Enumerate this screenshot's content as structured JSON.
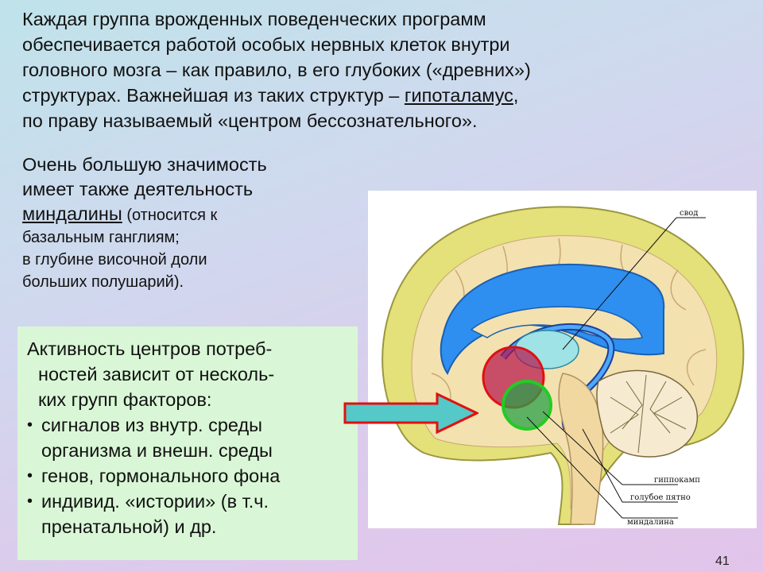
{
  "intro": {
    "line1": "Каждая группа врожденных поведенческих программ",
    "line2": "обеспечивается работой особых нервных клеток внутри",
    "line3": "головного мозга – как правило, в его глубоких («древних»)",
    "line4_pre": "структурах. Важнейшая из таких структур – ",
    "line4_term": "гипоталамус",
    "line4_post": ",",
    "line5": "по праву называемый «центром бессознательного»."
  },
  "amygdala_text": {
    "line1": "Очень большую значимость",
    "line2": "имеет также деятельность",
    "term": "миндалины",
    "line3_post": " (относится к",
    "line4": "базальным ганглиям;",
    "line5": "в глубине височной доли",
    "line6": "больших полушарий)."
  },
  "callout": {
    "lead1": "Активность центров потреб-",
    "lead2": "ностей зависит от несколь-",
    "lead3": "ких групп факторов:",
    "bullet_glyph": "•",
    "items": [
      {
        "l1": "сигналов  из внутр. среды",
        "l2": "организма и внешн. среды"
      },
      {
        "l1": "генов, гормонального фона",
        "l2": ""
      },
      {
        "l1": "индивид. «истории» (в т.ч.",
        "l2": "пренатальной) и др."
      }
    ]
  },
  "figure": {
    "labels": {
      "svod": "свод",
      "hippocampus": "гиппокамп",
      "locus": "голубое пятно",
      "amygdala": "миндалина"
    },
    "colors": {
      "cortex": "#e4e07a",
      "blue": "#2e8ff0",
      "beige": "#f3e1b0",
      "red_circle": "#e01010",
      "green_circle": "#22cc22",
      "arrow": "#55c8c8"
    }
  },
  "page_number": "41"
}
